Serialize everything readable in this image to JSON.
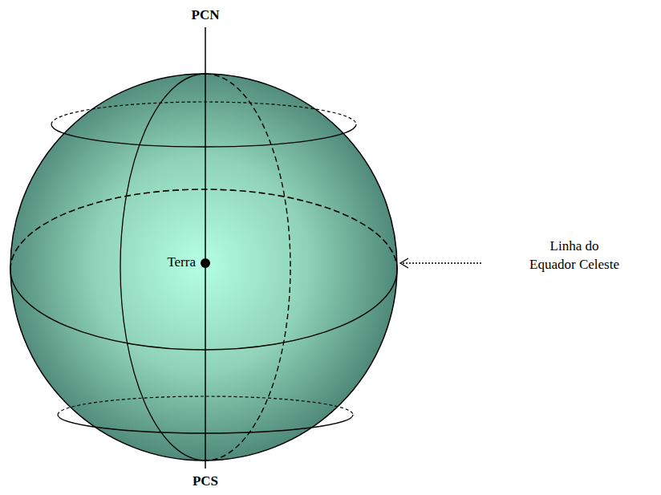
{
  "diagram": {
    "labels": [
      "PCN",
      "Terra",
      "Linha do Equador Celeste",
      "PCS"
    ]
  }
}
